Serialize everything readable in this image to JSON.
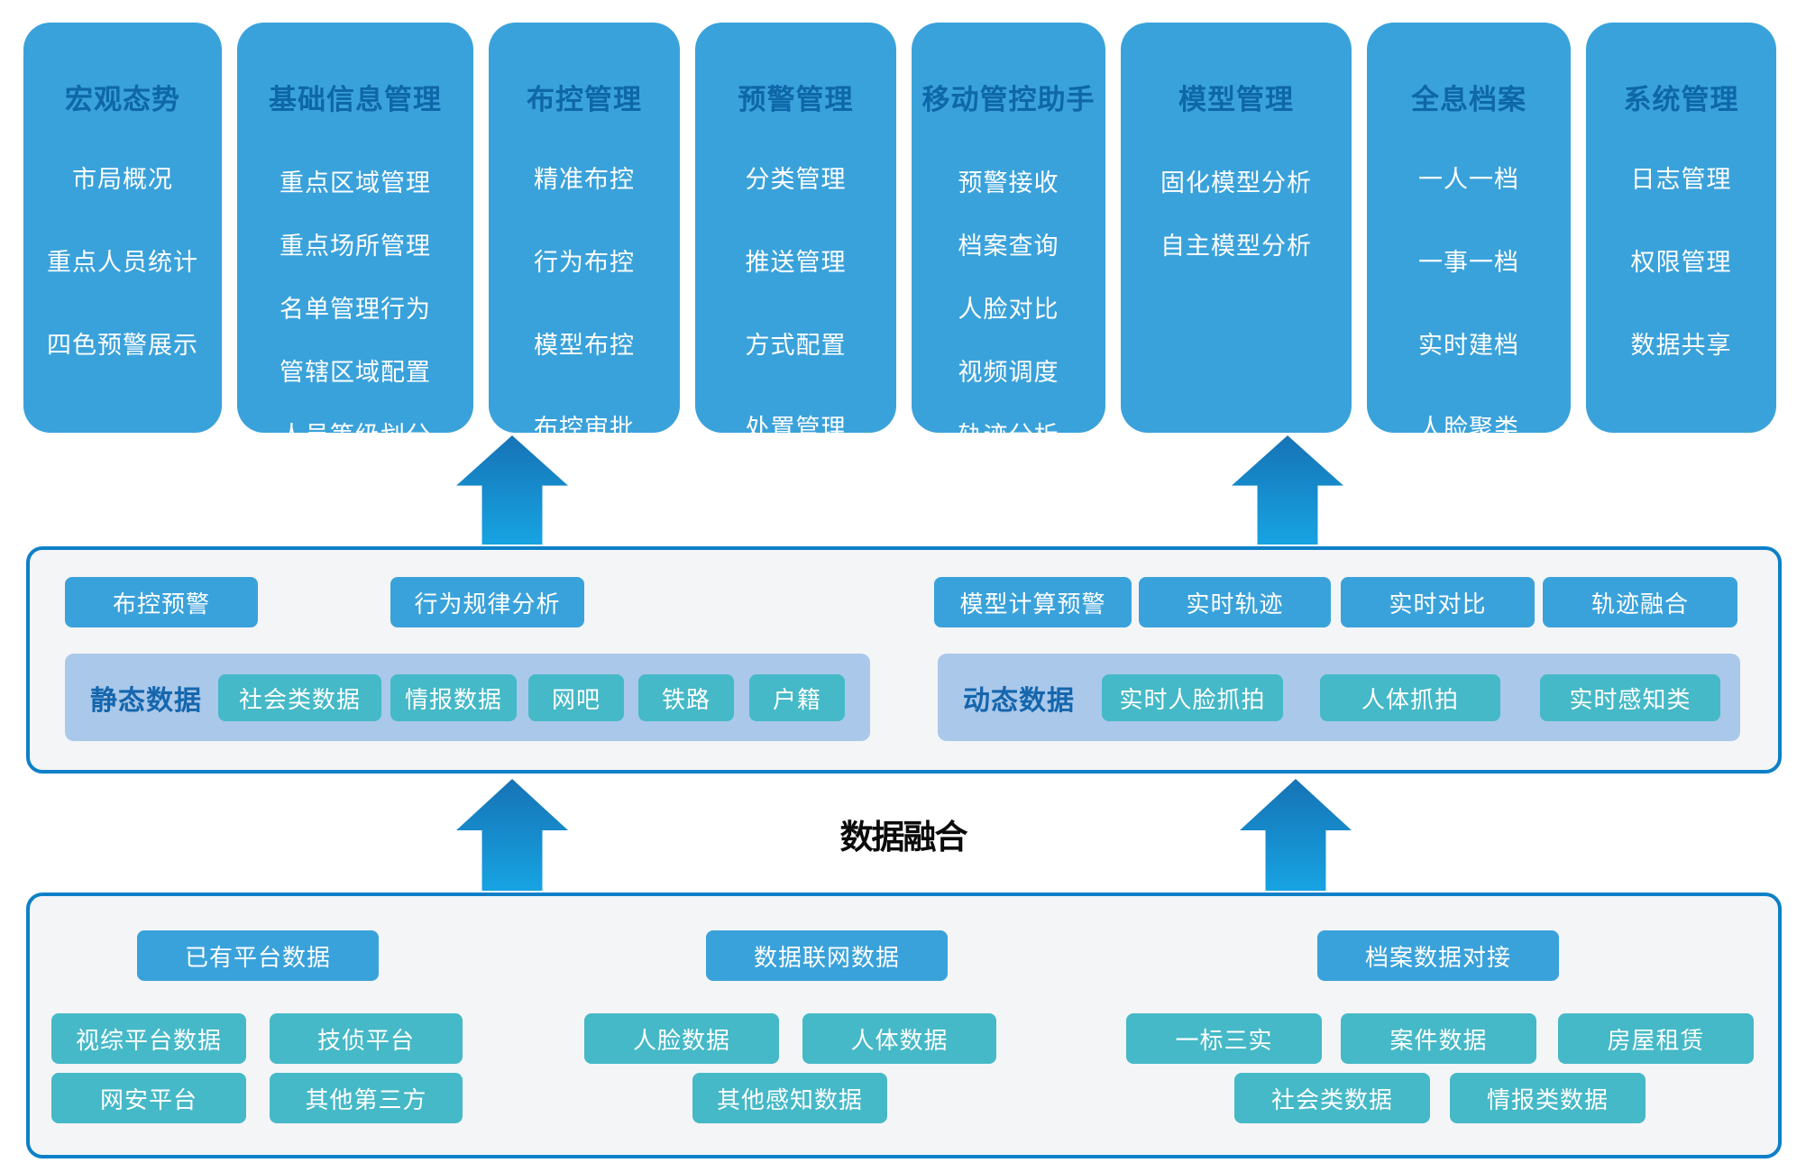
{
  "top_modules": [
    {
      "title": "宏观态势",
      "items": [
        "市局概况",
        "重点人员统计",
        "四色预警展示"
      ]
    },
    {
      "title": "基础信息管理",
      "items": [
        "重点区域管理",
        "重点场所管理",
        "名单管理行为",
        "管辖区域配置",
        "人员等级划分"
      ]
    },
    {
      "title": "布控管理",
      "items": [
        "精准布控",
        "行为布控",
        "模型布控",
        "布控审批"
      ]
    },
    {
      "title": "预警管理",
      "items": [
        "分类管理",
        "推送管理",
        "方式配置",
        "处置管理"
      ]
    },
    {
      "title": "移动管控助手",
      "items": [
        "预警接收",
        "档案查询",
        "人脸对比",
        "视频调度",
        "轨迹分析"
      ]
    },
    {
      "title": "模型管理",
      "items": [
        "固化模型分析",
        "自主模型分析"
      ]
    },
    {
      "title": "全息档案",
      "items": [
        "一人一档",
        "一事一档",
        "实时建档",
        "人脸聚类"
      ]
    },
    {
      "title": "系统管理",
      "items": [
        "日志管理",
        "权限管理",
        "数据共享"
      ]
    }
  ],
  "analysis_layer": {
    "left_buttons": [
      "布控预警",
      "行为规律分析"
    ],
    "static_data": {
      "label": "静态数据",
      "items": [
        "社会类数据",
        "情报数据",
        "网吧",
        "铁路",
        "户籍"
      ]
    },
    "right_buttons": [
      "模型计算预警",
      "实时轨迹",
      "实时对比",
      "轨迹融合"
    ],
    "dynamic_data": {
      "label": "动态数据",
      "items": [
        "实时人脸抓拍",
        "人体抓拍",
        "实时感知类"
      ]
    }
  },
  "fusion_label": "数据融合",
  "source_layer": {
    "groups": [
      {
        "header": "已有平台数据",
        "rows": [
          [
            "视综平台数据",
            "技侦平台"
          ],
          [
            "网安平台",
            "其他第三方"
          ]
        ]
      },
      {
        "header": "数据联网数据",
        "rows": [
          [
            "人脸数据",
            "人体数据"
          ],
          [
            "其他感知数据"
          ]
        ]
      },
      {
        "header": "档案数据对接",
        "rows": [
          [
            "一标三实",
            "案件数据",
            "房屋租赁"
          ],
          [
            "社会类数据",
            "情报类数据"
          ]
        ]
      }
    ]
  },
  "colors": {
    "module_blue": "#3AA2DB",
    "title_blue": "#0E67A8",
    "teal": "#45B9C7",
    "panel_border": "#0D80C8",
    "panel_bg": "#F4F5F7",
    "inner_panel_blue": "#A9C8EA",
    "arrow_top": "#1673B5",
    "arrow_bottom": "#17A3E2"
  }
}
